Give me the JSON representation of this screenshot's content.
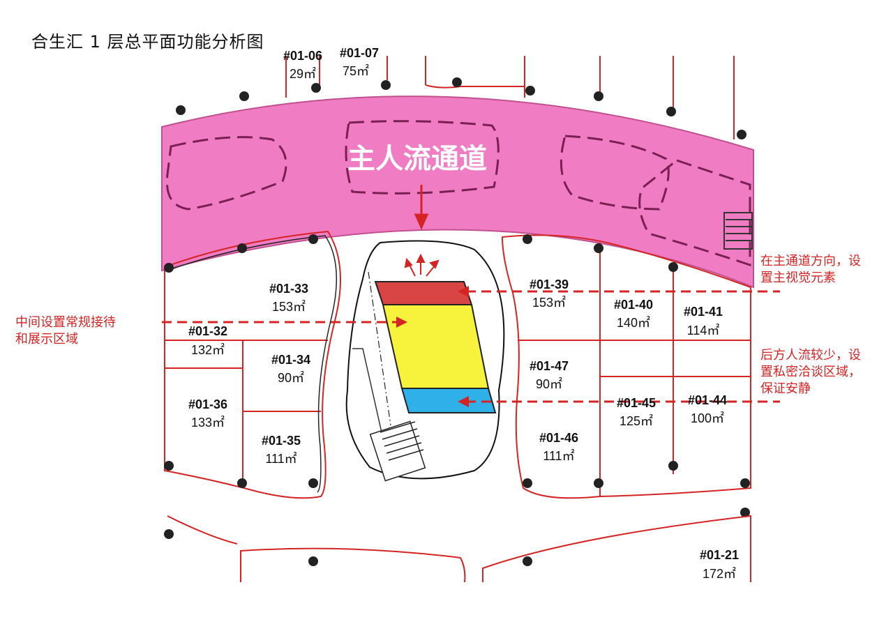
{
  "title": "合生汇 1 层总平面功能分析图",
  "main_corridor_label": "主人流通道",
  "annotations": {
    "left": [
      "中间设置常规接待",
      "和展示区域"
    ],
    "right_top": [
      "在主通道方向，设",
      "置主视觉元素"
    ],
    "right_bottom": [
      "后方人流较少，设",
      "置私密洽谈区域，",
      "保证安静"
    ]
  },
  "zone_colors": {
    "corridor": "#f07cc4",
    "front_zone": "#d94545",
    "middle_zone": "#f7f23c",
    "rear_zone": "#2fb0e8",
    "annotation": "#d42424",
    "wall": "#d42424"
  },
  "units": [
    {
      "num": "#01-33",
      "area": "153㎡"
    },
    {
      "num": "#01-32",
      "area": "132㎡"
    },
    {
      "num": "#01-34",
      "area": "90㎡"
    },
    {
      "num": "#01-36",
      "area": "133㎡"
    },
    {
      "num": "#01-35",
      "area": "111㎡"
    },
    {
      "num": "#01-39",
      "area": "153㎡"
    },
    {
      "num": "#01-40",
      "area": "140㎡"
    },
    {
      "num": "#01-41",
      "area": "114㎡"
    },
    {
      "num": "#01-47",
      "area": "90㎡"
    },
    {
      "num": "#01-45",
      "area": "125㎡"
    },
    {
      "num": "#01-44",
      "area": "100㎡"
    },
    {
      "num": "#01-46",
      "area": "111㎡"
    },
    {
      "num": "#01-21",
      "area": "172㎡"
    },
    {
      "num": "#01-06",
      "area": "29㎡"
    },
    {
      "num": "#01-07",
      "area": "75㎡"
    }
  ]
}
